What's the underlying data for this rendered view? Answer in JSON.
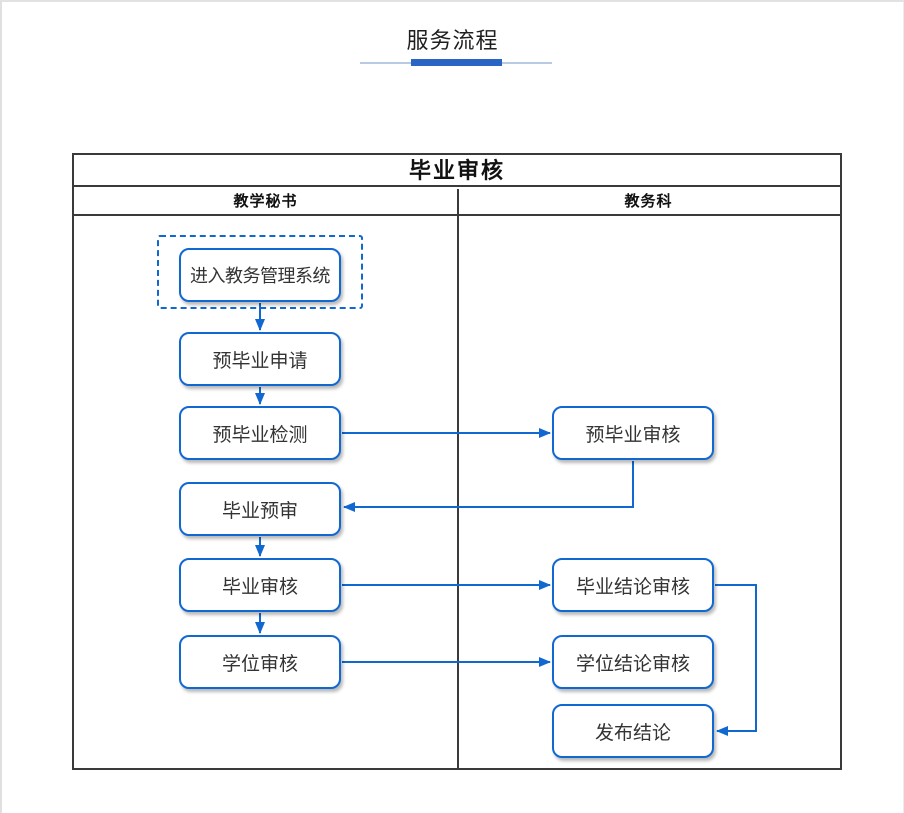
{
  "page": {
    "title": "服务流程"
  },
  "flowchart": {
    "title": "毕业审核",
    "lanes": [
      {
        "label": "教学秘书"
      },
      {
        "label": "教务科"
      }
    ],
    "nodes": {
      "enter_system": "进入教务管理系统",
      "pre_grad_apply": "预毕业申请",
      "pre_grad_check": "预毕业检测",
      "grad_pre_review": "毕业预审",
      "grad_review": "毕业审核",
      "degree_review": "学位审核",
      "pre_grad_audit": "预毕业审核",
      "grad_conclusion_audit": "毕业结论审核",
      "degree_conclusion_audit": "学位结论审核",
      "publish_conclusion": "发布结论"
    },
    "edges": [
      {
        "from": "enter_system",
        "to": "pre_grad_apply"
      },
      {
        "from": "pre_grad_apply",
        "to": "pre_grad_check"
      },
      {
        "from": "pre_grad_check",
        "to": "pre_grad_audit"
      },
      {
        "from": "pre_grad_audit",
        "to": "grad_pre_review"
      },
      {
        "from": "grad_pre_review",
        "to": "grad_review"
      },
      {
        "from": "grad_review",
        "to": "grad_conclusion_audit"
      },
      {
        "from": "grad_review",
        "to": "degree_review"
      },
      {
        "from": "degree_review",
        "to": "degree_conclusion_audit"
      },
      {
        "from": "grad_conclusion_audit",
        "to": "publish_conclusion"
      }
    ],
    "colors": {
      "node_border": "#1168d0",
      "connector": "#1168d0",
      "accent_bar": "#2a64c4",
      "underline": "#b9cbe2",
      "frame_border": "#3a3a3a"
    }
  }
}
